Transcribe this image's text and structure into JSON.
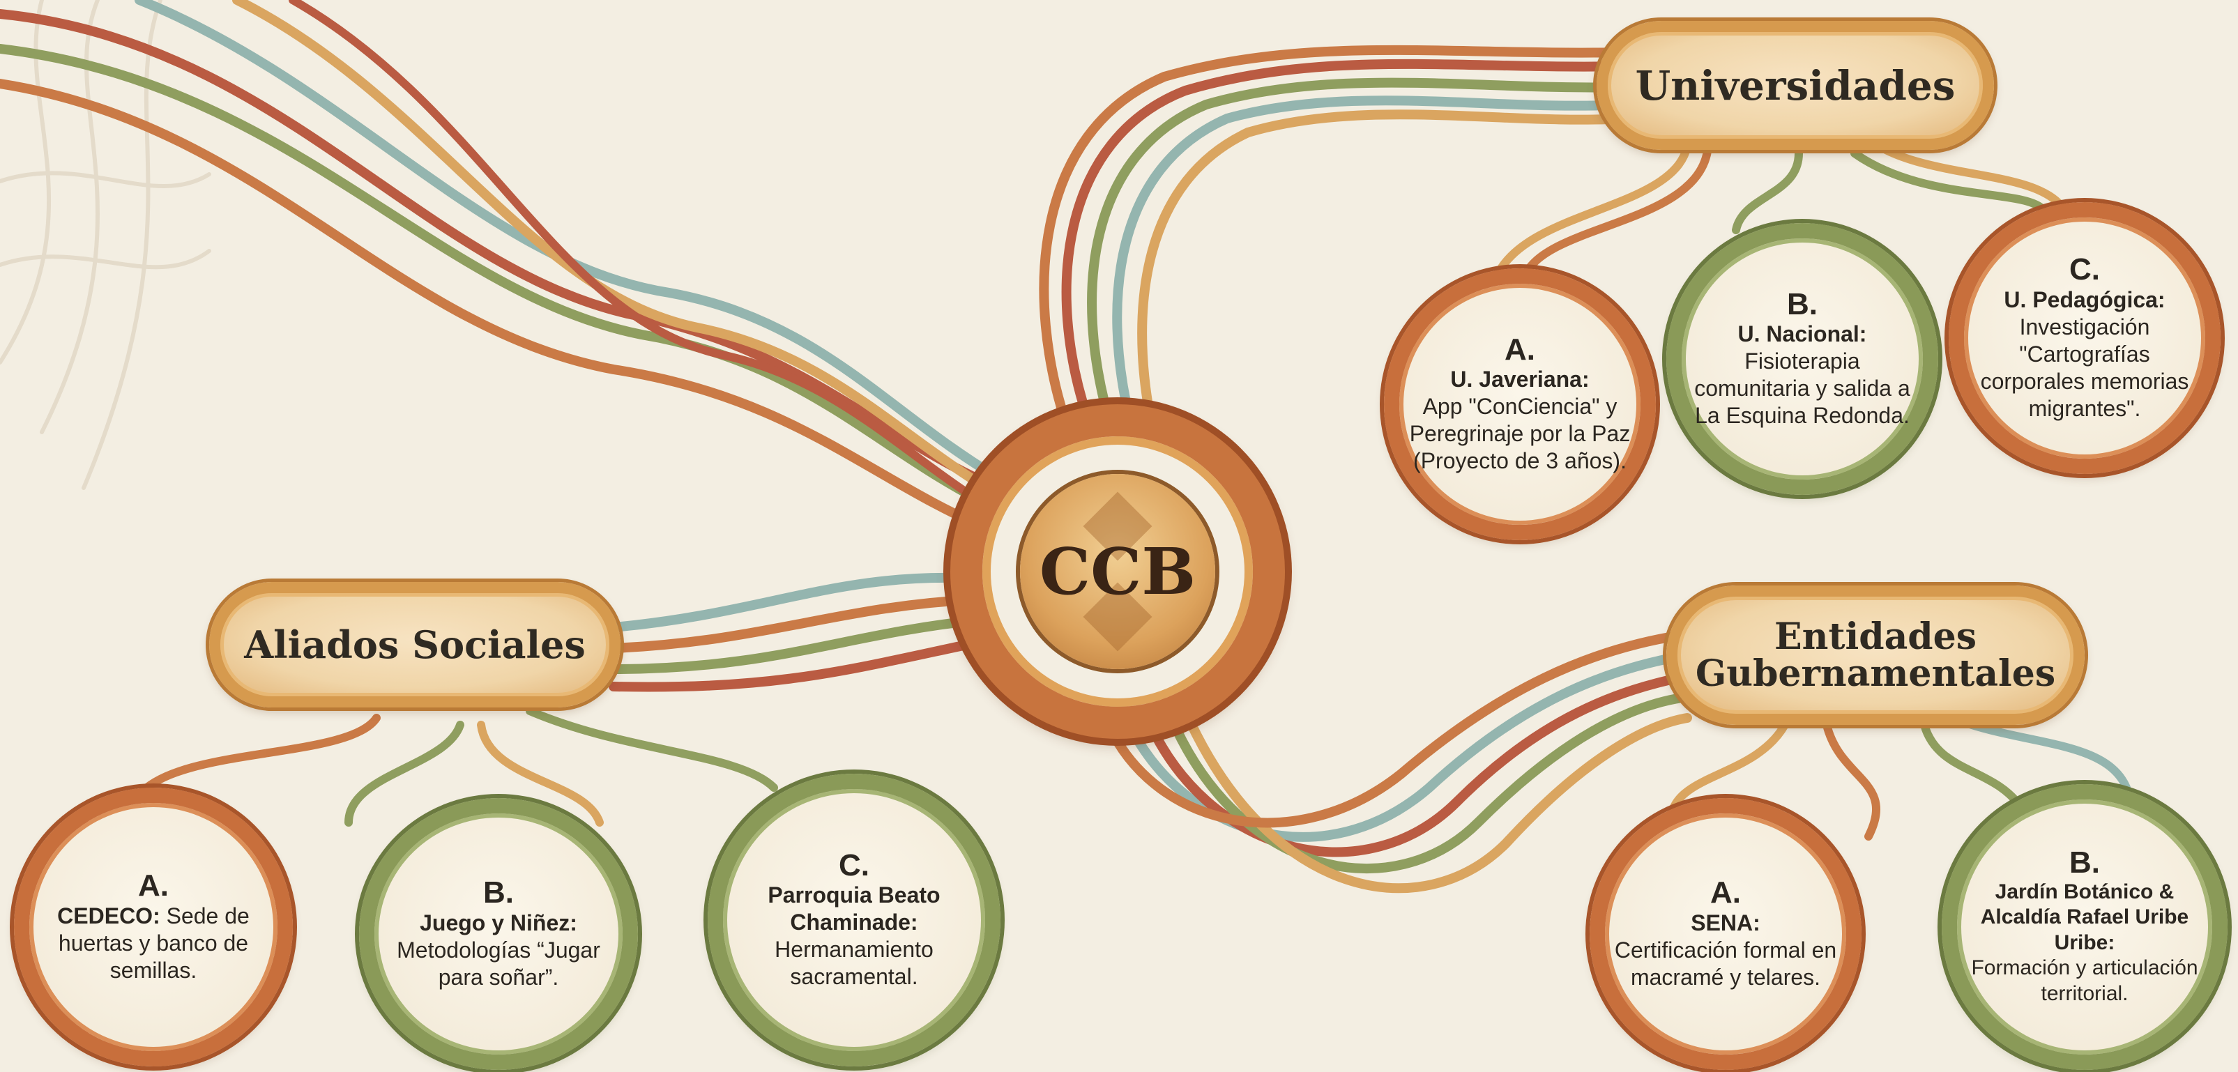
{
  "center": {
    "label": "CCB"
  },
  "groups": {
    "universidades": {
      "title": "Universidades",
      "items": [
        {
          "letter": "A.",
          "name": "U. Javeriana:",
          "desc": "App \"ConCiencia\" y Peregrinaje por la Paz (Proyecto de 3 años)."
        },
        {
          "letter": "B.",
          "name": "U. Nacional:",
          "desc": "Fisioterapia comunitaria y salida a La Esquina Redonda."
        },
        {
          "letter": "C.",
          "name": "U. Pedagógica:",
          "desc": "Investigación \"Cartografías corporales memorias migrantes\"."
        }
      ]
    },
    "aliados": {
      "title": "Aliados Sociales",
      "items": [
        {
          "letter": "A.",
          "name": "CEDECO:",
          "desc": "Sede de huertas y banco de semillas."
        },
        {
          "letter": "B.",
          "name": "Juego y Niñez:",
          "desc": "Metodologías “Jugar para soñar”."
        },
        {
          "letter": "C.",
          "name": "Parroquia Beato Chaminade:",
          "desc": "Hermanamiento sacramental."
        }
      ]
    },
    "entidades": {
      "title": "Entidades Gubernamentales",
      "items": [
        {
          "letter": "A.",
          "name": "SENA:",
          "desc": "Certificación formal en macramé y telares."
        },
        {
          "letter": "B.",
          "name": "Jardín Botánico & Alcaldía Rafael Uribe Uribe:",
          "desc": "Formación y articulación territorial."
        }
      ]
    }
  },
  "colors": {
    "background": "#f3eee2",
    "rope_orange": "#c8743e",
    "rope_red": "#b8543a",
    "rope_green": "#8a9a58",
    "rope_teal": "#8fb3ad",
    "rope_gold": "#d9a25a"
  }
}
